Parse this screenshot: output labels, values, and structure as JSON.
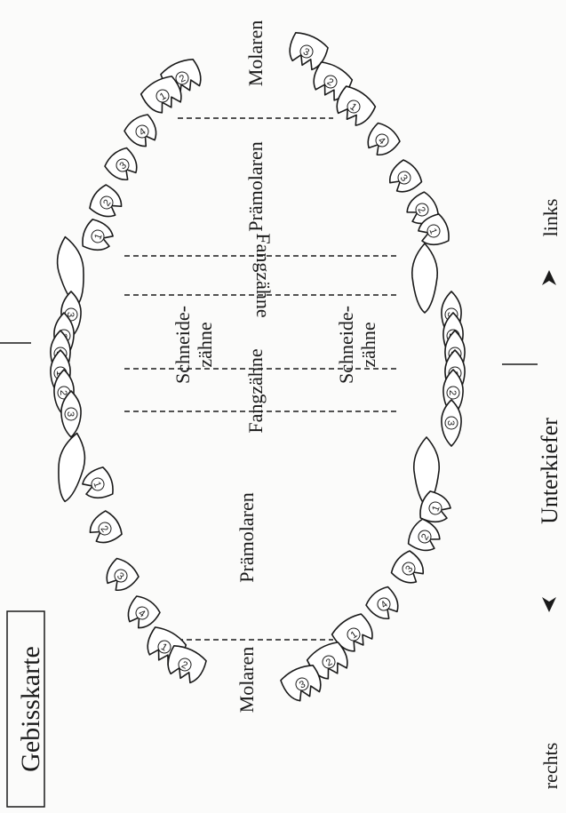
{
  "title": "Gebisskarte",
  "upper_jaw": {
    "molar_label": "Molaren",
    "premolar_label": "Prämolaren",
    "canine_label": "Fangzähne",
    "incisor_label": [
      "Schneide-",
      "zähne"
    ],
    "right": {
      "molars": [
        "2",
        "1"
      ],
      "premolars": [
        "4",
        "3",
        "2",
        "1"
      ],
      "incisors": [
        "3",
        "2",
        "1"
      ]
    },
    "left": {
      "molars": [
        "1",
        "2"
      ],
      "premolars": [
        "4",
        "3",
        "2",
        "1"
      ],
      "incisors": [
        "1",
        "2",
        "3"
      ]
    }
  },
  "lower_jaw": {
    "label": "Unterkiefer",
    "molar_label": "Molaren",
    "premolar_label": "Prämolaren",
    "canine_label": "Fangzähne",
    "incisor_label": [
      "Schneide-",
      "zähne"
    ],
    "right": {
      "molars": [
        "3",
        "2",
        "1"
      ],
      "premolars": [
        "4",
        "3",
        "2",
        "1"
      ],
      "incisors": [
        "3",
        "2",
        "1"
      ]
    },
    "left": {
      "molars": [
        "3",
        "2",
        "1"
      ],
      "premolars": [
        "4",
        "3",
        "2",
        "1"
      ],
      "incisors": [
        "1",
        "2",
        "3"
      ]
    }
  },
  "directions": {
    "right": "rechts",
    "left": "links"
  },
  "icons": {
    "arrow_right": "arrow-down-icon",
    "arrow_left": "arrow-up-icon"
  }
}
